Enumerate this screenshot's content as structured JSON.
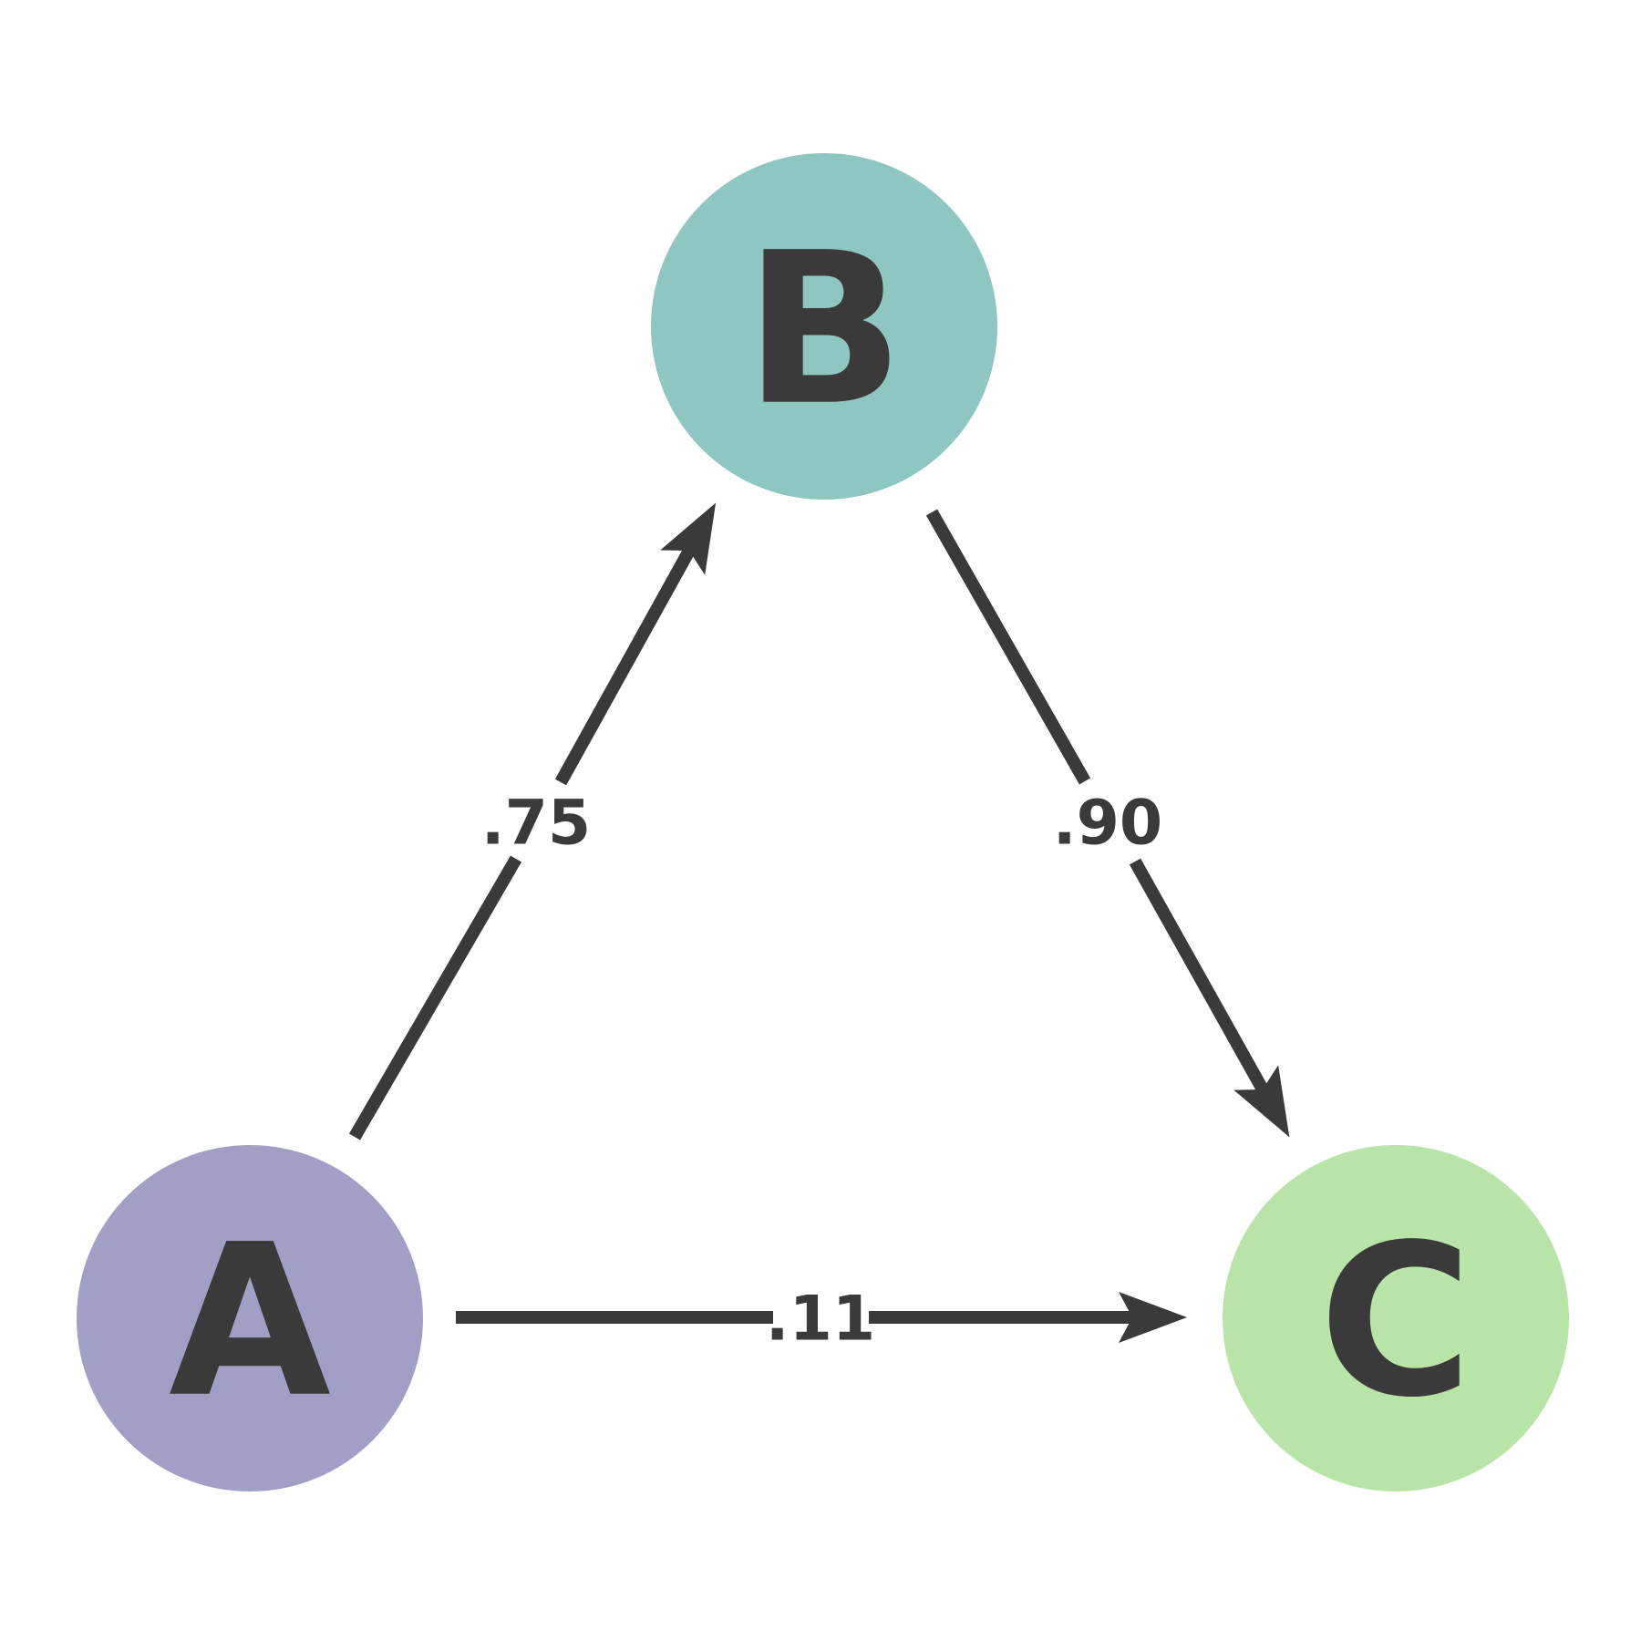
{
  "diagram": {
    "title": "",
    "background_color": "#ffffff",
    "stroke_color": "#3a3a3a",
    "text_color": "#3a3a3a",
    "icons": {
      "arrowhead": "barbed-arrowhead-icon"
    },
    "nodes": [
      {
        "id": "A",
        "label": "A",
        "color": "#a19fc5"
      },
      {
        "id": "B",
        "label": "B",
        "color": "#8ec6c2"
      },
      {
        "id": "C",
        "label": "C",
        "color": "#b9e4a8"
      }
    ],
    "edges": [
      {
        "from": "A",
        "to": "B",
        "weight": ".75"
      },
      {
        "from": "B",
        "to": "C",
        "weight": ".90"
      },
      {
        "from": "A",
        "to": "C",
        "weight": ".11"
      }
    ]
  }
}
